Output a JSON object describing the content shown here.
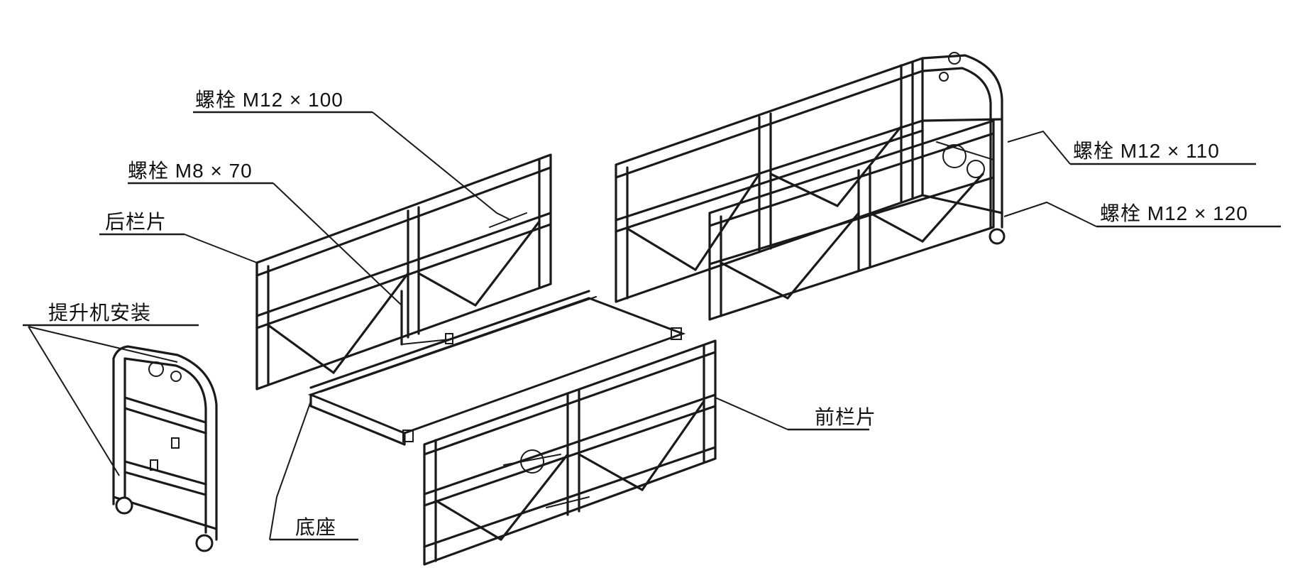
{
  "labels": {
    "bolt_m12x100": "螺栓 M12 × 100",
    "bolt_m8x70": "螺栓 M8 × 70",
    "rear_panel": "后栏片",
    "hoist_mount": "提升机安装",
    "bolt_m12x110": "螺栓 M12 × 110",
    "bolt_m12x120": "螺栓 M12 × 120",
    "front_panel": "前栏片",
    "base": "底座"
  }
}
